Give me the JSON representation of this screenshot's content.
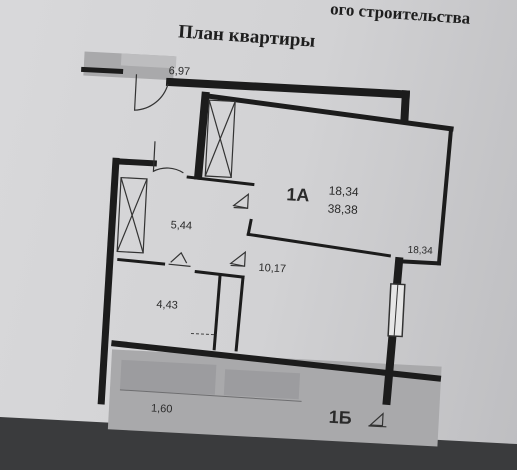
{
  "document": {
    "heading_fragment": "ого строительства",
    "plan_title": "План квартиры"
  },
  "plan": {
    "rooms": {
      "top_area": "6,97",
      "hall_area": "5,44",
      "bath_area": "4,43",
      "corridor_area": "10,17",
      "living_area": "18,34"
    },
    "apartment_1a": {
      "label": "1А",
      "area_living": "18,34",
      "area_total": "38,38"
    },
    "apartment_1b": {
      "label": "1Б",
      "partial_area": "1,60"
    }
  },
  "colors": {
    "wall": "#1c1c1c",
    "line": "#333333",
    "paper": "#d5d5d7",
    "grey_fill": "#a9a9ab",
    "window_fill": "#e6e6e6"
  }
}
